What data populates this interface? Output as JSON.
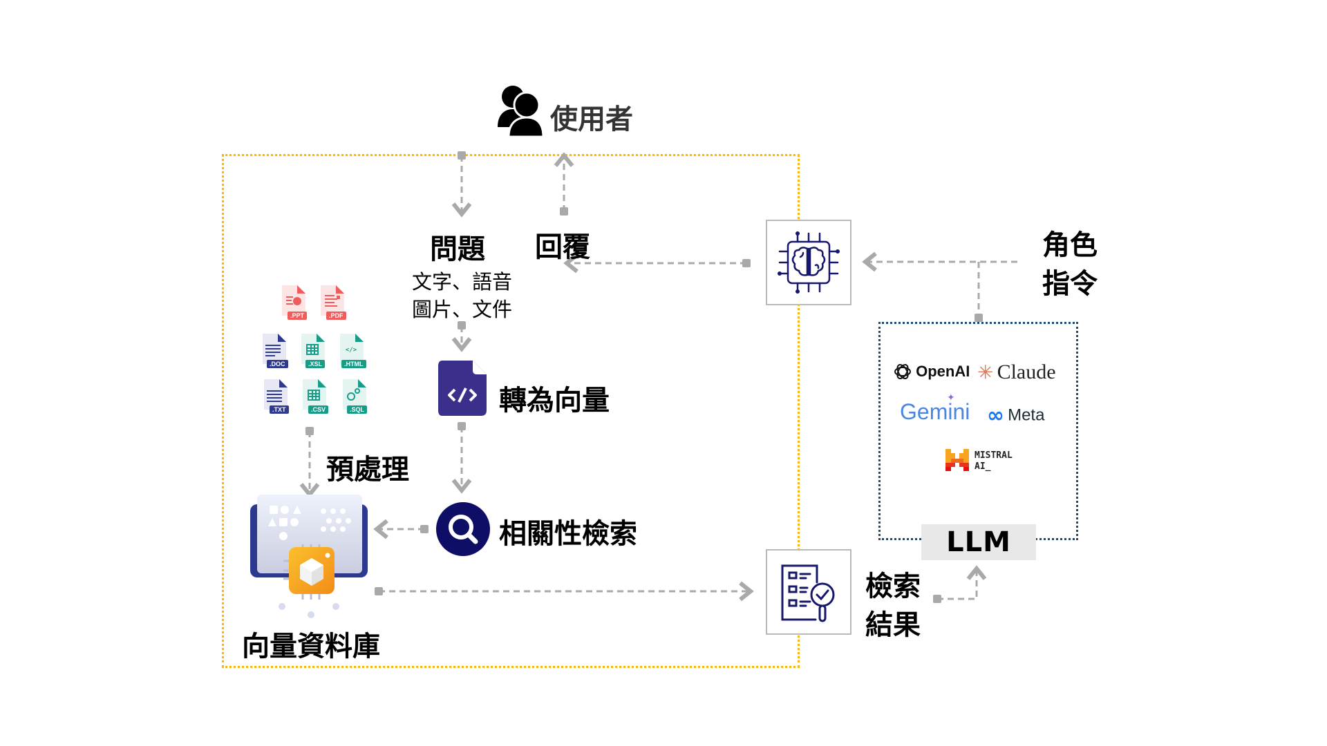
{
  "user": {
    "label": "使用者",
    "icon": "users-icon"
  },
  "question": {
    "title": "問題",
    "types_line1": "文字、語音",
    "types_line2": "圖片、文件"
  },
  "reply": {
    "title": "回覆"
  },
  "vectorize": {
    "label": "轉為向量",
    "icon": "code-file-icon"
  },
  "retrieval": {
    "label": "相關性檢索",
    "icon": "search-icon"
  },
  "preprocess": {
    "label": "預處理"
  },
  "vector_db": {
    "label": "向量資料庫",
    "icon": "vector-database-icon"
  },
  "file_types": [
    ".PPT",
    ".PDF",
    ".DOC",
    ".XSL",
    ".HTML",
    ".TXT",
    ".CSV",
    ".SQL"
  ],
  "role_prompt": {
    "line1": "角色",
    "line2": "指令"
  },
  "search_results": {
    "line1": "檢索",
    "line2": "結果",
    "icon": "checklist-search-icon"
  },
  "llm": {
    "label": "LLM",
    "icon": "ai-brain-chip-icon",
    "providers": [
      "OpenAI",
      "Claude",
      "Gemini",
      "Meta",
      "MISTRAL",
      "AI_"
    ]
  },
  "colors": {
    "frame_yellow": "#f6b51e",
    "frame_llm": "#1d4a6e",
    "connector": "#a9a9a9",
    "icon_navy": "#1a1a6e",
    "code_purple": "#3a2f8a",
    "llm_label_bg": "#e8e8e8"
  }
}
